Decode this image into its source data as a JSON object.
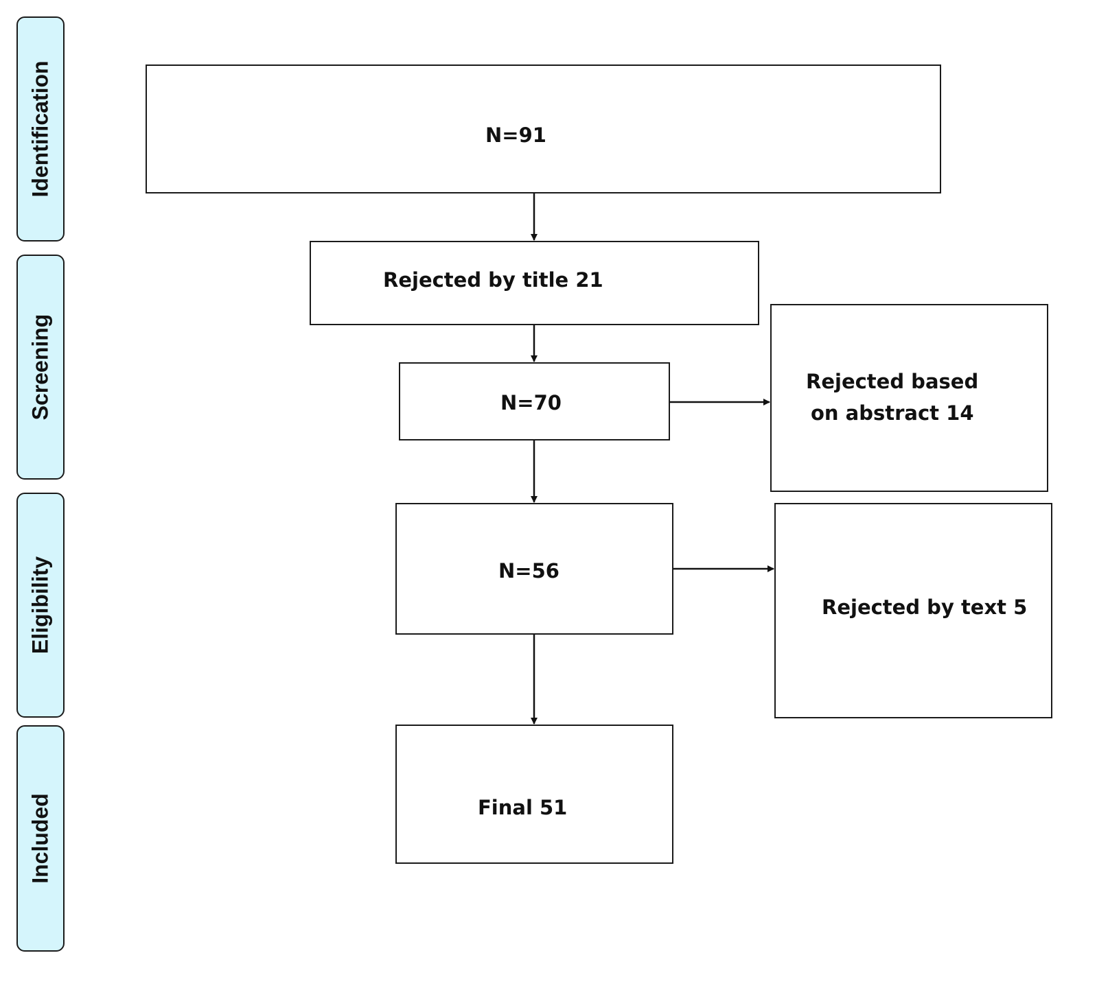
{
  "stages": {
    "identification": "Identification",
    "screening": "Screening",
    "eligibility": "Eligibility",
    "included": "Included"
  },
  "boxes": {
    "identified": "N=91",
    "rejected_title": "Rejected by title 21",
    "screened": "N=70",
    "rejected_abstract_line1": "Rejected based",
    "rejected_abstract_line2": "on abstract 14",
    "eligible": "N=56",
    "rejected_text": "Rejected by text 5",
    "final": "Final 51"
  }
}
